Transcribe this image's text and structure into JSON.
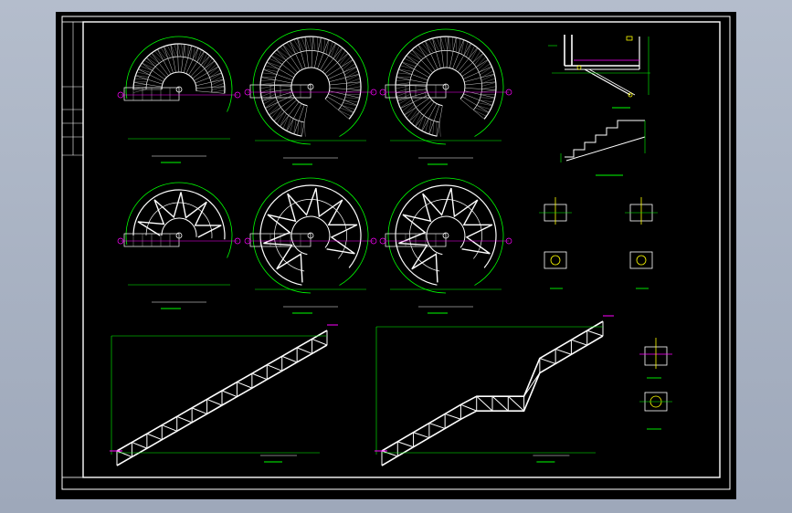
{
  "title_block": {
    "text": ""
  },
  "plans": [
    {
      "id": "p1",
      "caption": ""
    },
    {
      "id": "p2",
      "caption": ""
    },
    {
      "id": "p3",
      "caption": ""
    },
    {
      "id": "p4",
      "caption": ""
    },
    {
      "id": "p5",
      "caption": ""
    },
    {
      "id": "p6",
      "caption": ""
    }
  ],
  "elevations": [
    {
      "id": "e1",
      "caption": ""
    },
    {
      "id": "e2",
      "caption": ""
    }
  ],
  "details": [
    {
      "id": "d1",
      "caption": ""
    },
    {
      "id": "d2",
      "caption": ""
    },
    {
      "id": "d3",
      "caption": ""
    },
    {
      "id": "d4",
      "caption": ""
    },
    {
      "id": "d5",
      "caption": ""
    },
    {
      "id": "d6",
      "caption": ""
    },
    {
      "id": "d7",
      "caption": ""
    }
  ],
  "note": {
    "text": ""
  },
  "colors": {
    "sheet": "#000000",
    "frame": "#ffffff",
    "steel": "#ffffff",
    "dimension": "#00ff00",
    "grid": "#ff00ff",
    "hatch": "#c8c8c8"
  }
}
